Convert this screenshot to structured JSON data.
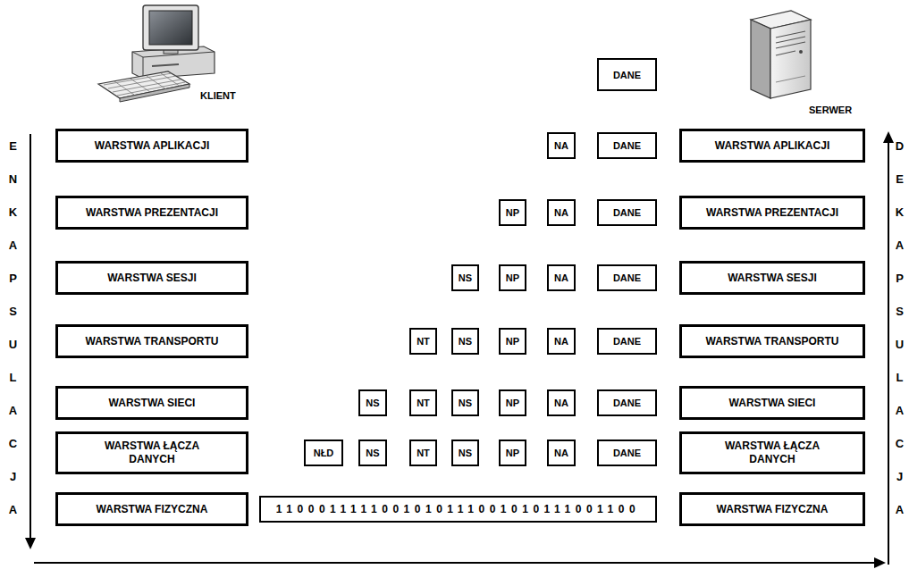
{
  "diagram": {
    "nodes": [
      {
        "text": [
          "DANE"
        ]
      },
      {
        "text": [
          "WARSTWA APLIKACJI"
        ]
      },
      {
        "text": [
          "NA"
        ]
      },
      {
        "text": [
          "DANE"
        ]
      },
      {
        "text": [
          "WARSTWA APLIKACJI"
        ]
      },
      {
        "text": [
          "WARSTWA PREZENTACJI"
        ]
      },
      {
        "text": [
          "NP"
        ]
      },
      {
        "text": [
          "NA"
        ]
      },
      {
        "text": [
          "DANE"
        ]
      },
      {
        "text": [
          "WARSTWA PREZENTACJI"
        ]
      },
      {
        "text": [
          "WARSTWA SESJI"
        ]
      },
      {
        "text": [
          "NS"
        ]
      },
      {
        "text": [
          "NP"
        ]
      },
      {
        "text": [
          "NA"
        ]
      },
      {
        "text": [
          "DANE"
        ]
      },
      {
        "text": [
          "WARSTWA SESJI"
        ]
      },
      {
        "text": [
          "WARSTWA TRANSPORTU"
        ]
      },
      {
        "text": [
          "NT"
        ]
      },
      {
        "text": [
          "NS"
        ]
      },
      {
        "text": [
          "NP"
        ]
      },
      {
        "text": [
          "NA"
        ]
      },
      {
        "text": [
          "DANE"
        ]
      },
      {
        "text": [
          "WARSTWA TRANSPORTU"
        ]
      },
      {
        "text": [
          "WARSTWA SIECI"
        ]
      },
      {
        "text": [
          "NS"
        ]
      },
      {
        "text": [
          "NT"
        ]
      },
      {
        "text": [
          "NS"
        ]
      },
      {
        "text": [
          "NP"
        ]
      },
      {
        "text": [
          "NA"
        ]
      },
      {
        "text": [
          "DANE"
        ]
      },
      {
        "text": [
          "WARSTWA SIECI"
        ]
      },
      {
        "text": [
          "WARSTWA ŁĄCZA DANYCH"
        ]
      },
      {
        "text": [
          "NŁD"
        ]
      },
      {
        "text": [
          "NS"
        ]
      },
      {
        "text": [
          "NT"
        ]
      },
      {
        "text": [
          "NS"
        ]
      },
      {
        "text": [
          "NP"
        ]
      },
      {
        "text": [
          "NA"
        ]
      },
      {
        "text": [
          "DANE"
        ]
      },
      {
        "text": [
          "WARSTWA ŁĄCZA DANYCH"
        ]
      },
      {
        "text": [
          "WARSTWA FIZYCZNA"
        ]
      },
      {
        "text": [
          "1100011111001010111001010111001100"
        ]
      },
      {
        "text": [
          "WARSTWA FIZYCZNA"
        ]
      }
    ],
    "labels": [
      "KLIENT",
      "SERWER",
      "ENKAPSULACJA",
      "DEKAPSULACJA"
    ]
  }
}
